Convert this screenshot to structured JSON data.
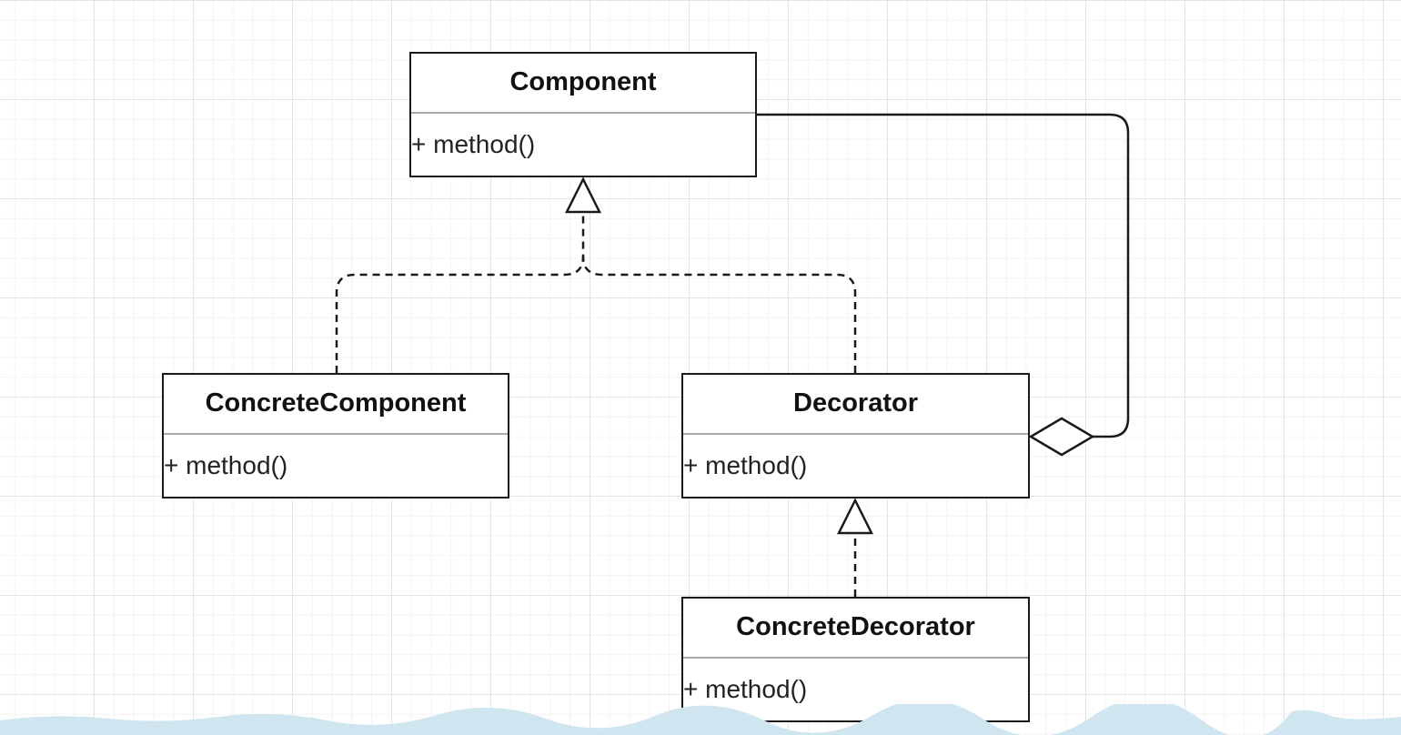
{
  "diagram": {
    "classes": [
      {
        "id": "component",
        "name": "Component",
        "methods": [
          "+ method()"
        ]
      },
      {
        "id": "concrete_component",
        "name": "ConcreteComponent",
        "methods": [
          "+ method()"
        ]
      },
      {
        "id": "decorator",
        "name": "Decorator",
        "methods": [
          "+ method()"
        ]
      },
      {
        "id": "concrete_decorator",
        "name": "ConcreteDecorator",
        "methods": [
          "+ method()"
        ]
      }
    ],
    "relations": [
      {
        "from": "concrete_component",
        "to": "component",
        "type": "realization"
      },
      {
        "from": "decorator",
        "to": "component",
        "type": "realization"
      },
      {
        "from": "concrete_decorator",
        "to": "decorator",
        "type": "realization"
      },
      {
        "from": "decorator",
        "to": "component",
        "type": "aggregation"
      }
    ],
    "colors": {
      "line": "#1a1a1a",
      "compartment_divider": "#a8a8a8",
      "grid": "#e4e4e4",
      "bottom_wave": "#cfe6f0"
    }
  }
}
